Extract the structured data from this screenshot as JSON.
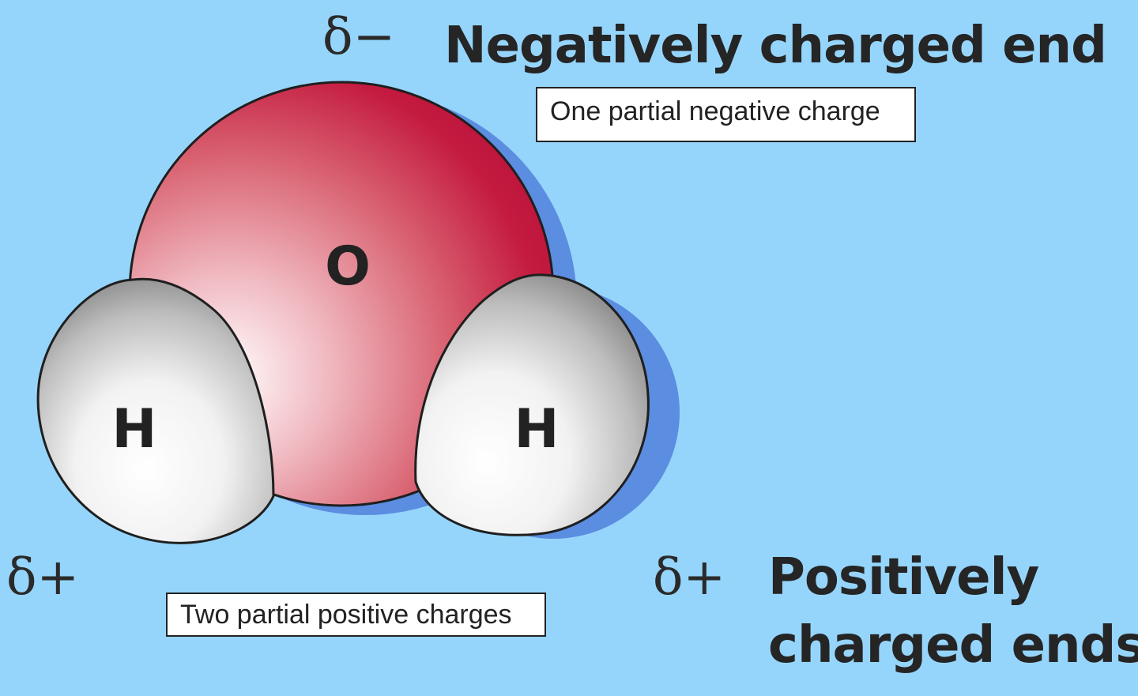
{
  "diagram": {
    "atoms": {
      "oxygen": "O",
      "hydrogen_left": "H",
      "hydrogen_right": "H"
    },
    "charges": {
      "negative": "δ−",
      "positive_left": "δ+",
      "positive_right": "δ+"
    },
    "headings": {
      "negative_end": "Negatively charged end",
      "positive_line1": "Positively",
      "positive_line2": "charged ends"
    },
    "labels": {
      "negative": "One partial negative charge",
      "positive": "Two partial positive charges"
    },
    "colors": {
      "background": "#96d5fb",
      "shadow": "#5b8de0",
      "oxygen": "#c8173f",
      "hydrogen": "#9a9a9a"
    }
  }
}
